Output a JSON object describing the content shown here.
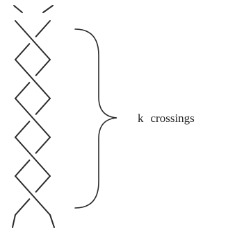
{
  "figure": {
    "crossing_variable": "k",
    "crossing_word": "crossings",
    "drawn_crossings": 5,
    "stroke_color": "#2a2a2a"
  }
}
